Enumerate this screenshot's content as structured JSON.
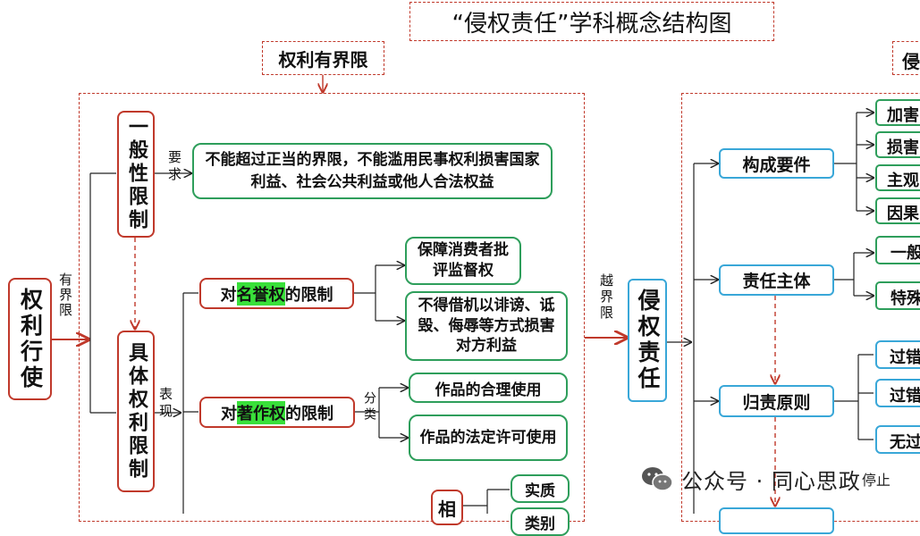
{
  "title": "“侵权责任”学科概念结构图",
  "left_section": {
    "header": "权利有界限",
    "root": "权利行使",
    "root_link": "有界限",
    "general": {
      "label": "一般性限制",
      "link": "要求",
      "content": "不能超过正当的界限，不能滥用民事权利损害国家利益、社会公共利益或他人合法权益"
    },
    "specific": {
      "label": "具体权利限制",
      "link": "表现",
      "reputation": {
        "pre": "对",
        "highlight": "名誉权",
        "post": "的限制",
        "children": [
          "保障消费者批评监督权",
          "不得借机以诽谤、诋毁、侮辱等方式损害对方利益"
        ]
      },
      "copyright": {
        "pre": "对",
        "highlight": "著作权",
        "post": "的限制",
        "link": "分类",
        "children": [
          "作品的合理使用",
          "作品的法定许可使用"
        ]
      },
      "partial": {
        "label": "相",
        "children": [
          "实质",
          "类别"
        ]
      }
    }
  },
  "bridge_link": "越界限",
  "right_section": {
    "header": "侵",
    "root": "侵权责任",
    "nodes": [
      "构成要件",
      "责任主体",
      "归责原则"
    ],
    "elements": [
      "加害",
      "损害",
      "主观",
      "因果"
    ],
    "subjects": [
      "一般",
      "特殊"
    ],
    "principles": [
      "过错",
      "过错",
      "无过"
    ]
  },
  "watermark": "公众号 · 同心思政",
  "watermark_tail": "停止",
  "colors": {
    "red": "#c0392b",
    "green": "#2e9e5b",
    "blue": "#39a7d8",
    "highlight": "#39e03a"
  }
}
